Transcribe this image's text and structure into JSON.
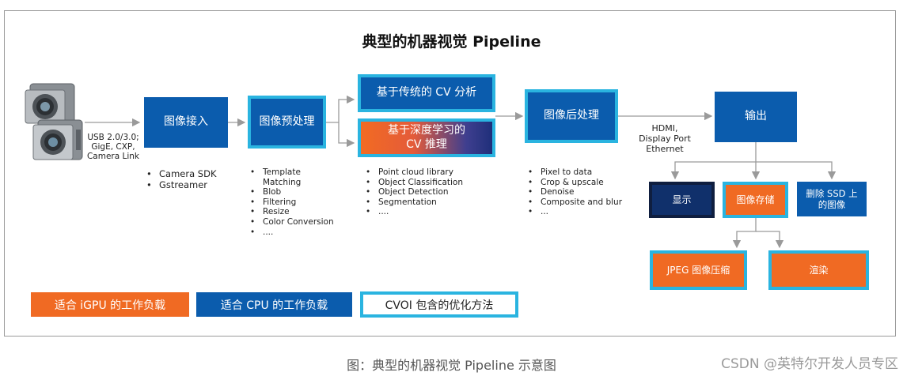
{
  "title": "典型的机器视觉 Pipeline",
  "input_note": [
    "USB 2.0/3.0;",
    "GigE, CXP,",
    "Camera Link"
  ],
  "nodes": {
    "image_input": "图像接入",
    "preprocess": "图像预处理",
    "traditional_cv": "基于传统的 CV 分析",
    "dl_cv": [
      "基于深度学习的",
      "CV 推理"
    ],
    "postprocess": "图像后处理",
    "output": "输出",
    "display": "显示",
    "storage": "图像存储",
    "delete_ssd": [
      "删除 SSD 上",
      "的图像"
    ],
    "jpeg": "JPEG 图像压缩",
    "render": "渲染"
  },
  "output_note": [
    "HDMI,",
    "Display Port",
    "Ethernet"
  ],
  "lists": {
    "input": [
      "Camera SDK",
      "Gstreamer"
    ],
    "preprocess": [
      "Template",
      "Matching",
      "Blob",
      "Filtering",
      "Resize",
      "Color Conversion",
      "...."
    ],
    "cv": [
      "Point cloud library",
      "Object Classification",
      "Object Detection",
      "Segmentation",
      "...."
    ],
    "post": [
      "Pixel to data",
      "Crop & upscale",
      "Denoise",
      "Composite and blur",
      "..."
    ]
  },
  "legend": {
    "igpu": "适合 iGPU 的工作负载",
    "cpu": "适合 CPU 的工作负载",
    "cvoi": "CVOI 包含的优化方法"
  },
  "caption": "图：典型的机器视觉 Pipeline 示意图",
  "watermark": "CSDN @英特尔开发人员专区",
  "colors": {
    "blue": "#0b5cad",
    "orange": "#f06a23",
    "cyan": "#2ab4e0",
    "navy": "#10306b"
  }
}
